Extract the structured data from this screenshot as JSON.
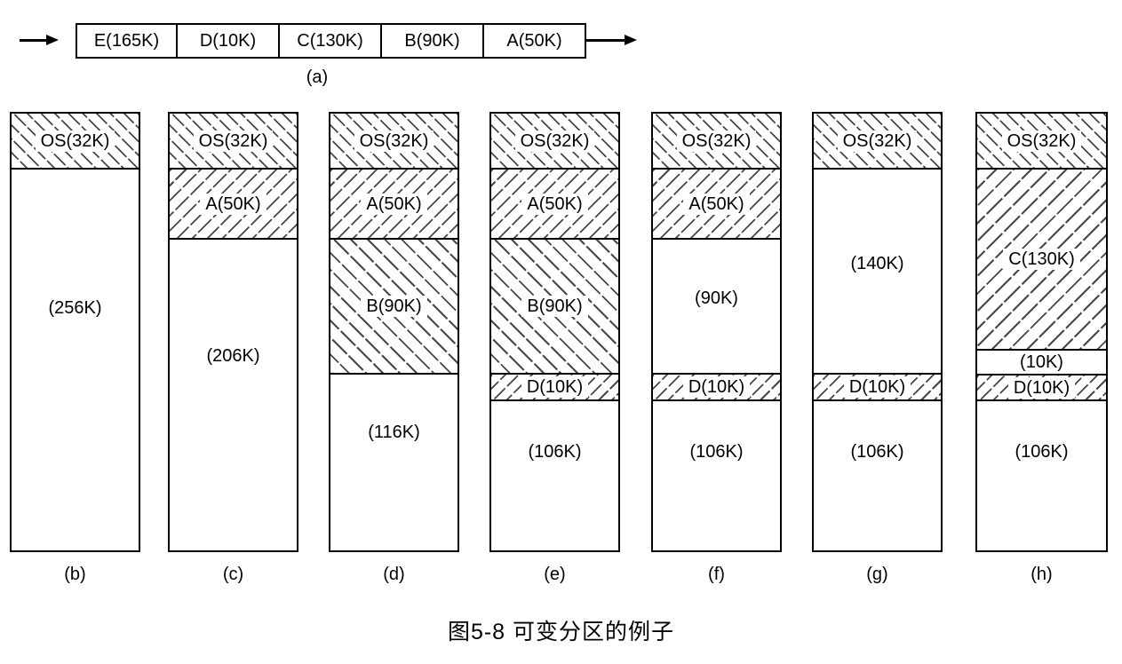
{
  "figure": {
    "caption": "图5-8 可变分区的例子"
  },
  "queue": {
    "label": "(a)",
    "jobs": [
      "E(165K)",
      "D(10K)",
      "C(130K)",
      "B(90K)",
      "A(50K)"
    ]
  },
  "memory_states": [
    {
      "label": "(b)",
      "segments": [
        {
          "text": "OS(32K)",
          "kind": "os"
        },
        {
          "text": "(256K)",
          "kind": "free"
        }
      ]
    },
    {
      "label": "(c)",
      "segments": [
        {
          "text": "OS(32K)",
          "kind": "os"
        },
        {
          "text": "A(50K)",
          "kind": "process"
        },
        {
          "text": "(206K)",
          "kind": "free"
        }
      ]
    },
    {
      "label": "(d)",
      "segments": [
        {
          "text": "OS(32K)",
          "kind": "os"
        },
        {
          "text": "A(50K)",
          "kind": "process"
        },
        {
          "text": "B(90K)",
          "kind": "process"
        },
        {
          "text": "(116K)",
          "kind": "free"
        }
      ]
    },
    {
      "label": "(e)",
      "segments": [
        {
          "text": "OS(32K)",
          "kind": "os"
        },
        {
          "text": "A(50K)",
          "kind": "process"
        },
        {
          "text": "B(90K)",
          "kind": "process"
        },
        {
          "text": "D(10K)",
          "kind": "process"
        },
        {
          "text": "(106K)",
          "kind": "free"
        }
      ]
    },
    {
      "label": "(f)",
      "segments": [
        {
          "text": "OS(32K)",
          "kind": "os"
        },
        {
          "text": "A(50K)",
          "kind": "process"
        },
        {
          "text": "(90K)",
          "kind": "free"
        },
        {
          "text": "D(10K)",
          "kind": "process"
        },
        {
          "text": "(106K)",
          "kind": "free"
        }
      ]
    },
    {
      "label": "(g)",
      "segments": [
        {
          "text": "OS(32K)",
          "kind": "os"
        },
        {
          "text": "(140K)",
          "kind": "free"
        },
        {
          "text": "D(10K)",
          "kind": "process"
        },
        {
          "text": "(106K)",
          "kind": "free"
        }
      ]
    },
    {
      "label": "(h)",
      "segments": [
        {
          "text": "OS(32K)",
          "kind": "os"
        },
        {
          "text": "C(130K)",
          "kind": "process"
        },
        {
          "text": "(10K)",
          "kind": "free"
        },
        {
          "text": "D(10K)",
          "kind": "process"
        },
        {
          "text": "(106K)",
          "kind": "free"
        }
      ]
    }
  ],
  "colors": {
    "ink": "#000000",
    "hatch_line": "#474747",
    "background": "#ffffff"
  }
}
